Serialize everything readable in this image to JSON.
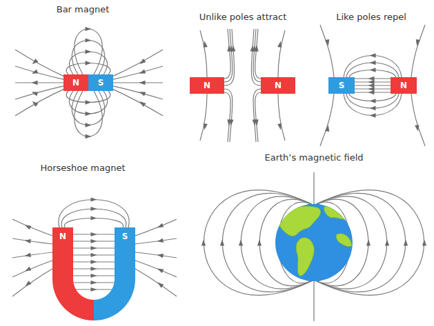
{
  "diagram": {
    "nodes": [
      {
        "text": [
          "N"
        ]
      },
      {
        "text": [
          "S"
        ]
      },
      {
        "text": [
          "N"
        ]
      },
      {
        "text": [
          "N"
        ]
      },
      {
        "text": [
          "S"
        ]
      },
      {
        "text": [
          "N"
        ]
      },
      {
        "text": [
          "N"
        ]
      },
      {
        "text": [
          "S"
        ]
      }
    ],
    "labels": [
      "Bar magnet",
      "Unlike poles attract",
      "Like poles repel",
      "Horseshoe magnet",
      "Earth’s magnetic field"
    ]
  }
}
